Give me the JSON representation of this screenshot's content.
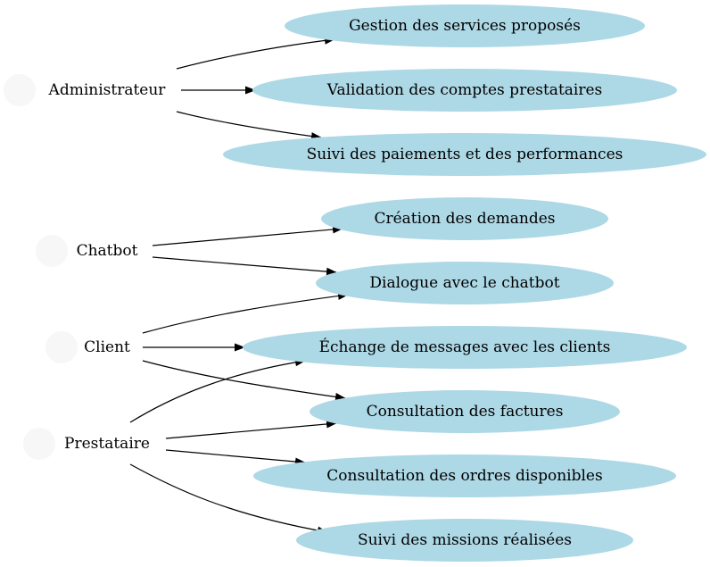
{
  "colors": {
    "usecase_fill": "#add8e6",
    "edge": "#000000",
    "text": "#000000",
    "background": "#ffffff"
  },
  "actors": [
    {
      "id": "administrateur",
      "label": "Administrateur"
    },
    {
      "id": "chatbot",
      "label": "Chatbot"
    },
    {
      "id": "client",
      "label": "Client"
    },
    {
      "id": "prestataire",
      "label": "Prestataire"
    }
  ],
  "use_cases": [
    {
      "id": "gestion-services",
      "label": "Gestion des services proposés"
    },
    {
      "id": "validation-comptes",
      "label": "Validation des comptes prestataires"
    },
    {
      "id": "suivi-paiements",
      "label": "Suivi des paiements et des performances"
    },
    {
      "id": "creation-demandes",
      "label": "Création des demandes"
    },
    {
      "id": "dialogue-chatbot",
      "label": "Dialogue avec le chatbot"
    },
    {
      "id": "echange-messages",
      "label": "Échange de messages avec les clients"
    },
    {
      "id": "consultation-factures",
      "label": "Consultation des factures"
    },
    {
      "id": "consultation-ordres",
      "label": "Consultation des ordres disponibles"
    },
    {
      "id": "suivi-missions",
      "label": "Suivi des missions réalisées"
    }
  ],
  "edges": [
    {
      "from": "administrateur",
      "to": "gestion-services"
    },
    {
      "from": "administrateur",
      "to": "validation-comptes"
    },
    {
      "from": "administrateur",
      "to": "suivi-paiements"
    },
    {
      "from": "chatbot",
      "to": "creation-demandes"
    },
    {
      "from": "chatbot",
      "to": "dialogue-chatbot"
    },
    {
      "from": "client",
      "to": "dialogue-chatbot"
    },
    {
      "from": "client",
      "to": "echange-messages"
    },
    {
      "from": "client",
      "to": "consultation-factures"
    },
    {
      "from": "prestataire",
      "to": "echange-messages"
    },
    {
      "from": "prestataire",
      "to": "consultation-factures"
    },
    {
      "from": "prestataire",
      "to": "consultation-ordres"
    },
    {
      "from": "prestataire",
      "to": "suivi-missions"
    }
  ]
}
